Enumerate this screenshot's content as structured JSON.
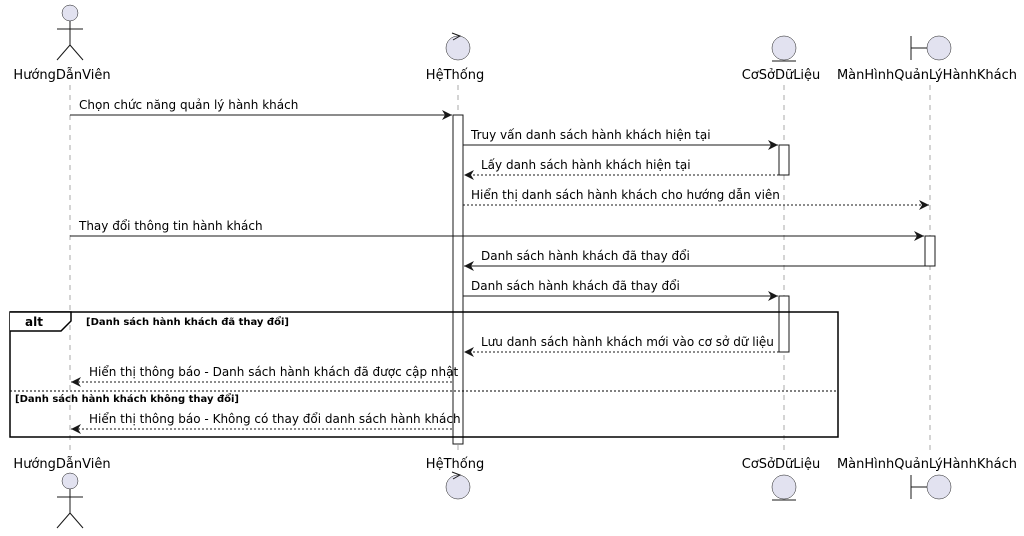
{
  "participants": {
    "guide": "HướngDẫnViên",
    "system": "HệThống",
    "database": "CơSởDữLiệu",
    "screen": "MànHìnhQuảnLýHànhKhách"
  },
  "messages": [
    "Chọn chức năng quản lý hành khách",
    "Truy vấn danh sách hành khách hiện tại",
    "Lấy danh sách hành khách hiện tại",
    "Hiển thị danh sách hành khách cho hướng dẫn viên",
    "Thay đổi thông tin hành khách",
    "Danh sách hành khách đã thay đổi",
    "Danh sách hành khách đã thay đổi",
    "Lưu danh sách hành khách mới vào cơ sở dữ liệu",
    "Hiển thị thông báo - Danh sách hành khách đã được cập nhật",
    "Hiển thị thông báo - Không có thay đổi danh sách hành khách"
  ],
  "alt_frame": {
    "label": "alt",
    "condition_1": "[Danh sách hành khách đã thay đổi]",
    "condition_2": "[Danh sách hành khách không thay đổi]"
  }
}
